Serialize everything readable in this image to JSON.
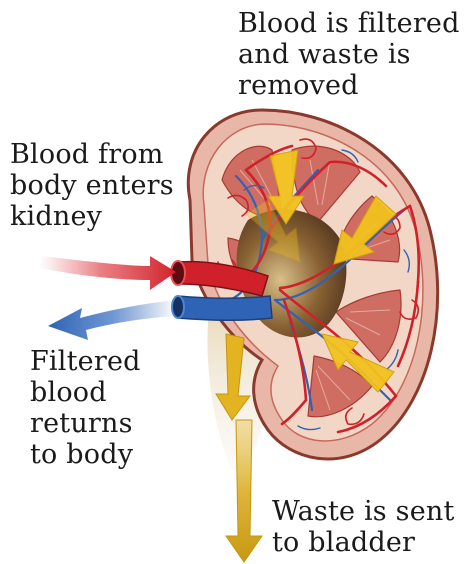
{
  "labels": {
    "filtered": "Blood is filtered\nand waste is\nremoved",
    "enters": "Blood from\nbody enters\nkidney",
    "returns": "Filtered\nblood\nreturns\nto body",
    "bladder": "Waste is sent\nto bladder"
  },
  "colors": {
    "artery": "#d0212a",
    "vein": "#2f63b5",
    "filter_arrow": "#f1c21f",
    "waste_arrow": "#d8a918",
    "kidney_outer": "#e9b7a8",
    "kidney_edge": "#8a3a2c",
    "cortex": "#f3d7c6",
    "medulla": "#cf6d63",
    "pelvis": "#6e4a2c"
  }
}
